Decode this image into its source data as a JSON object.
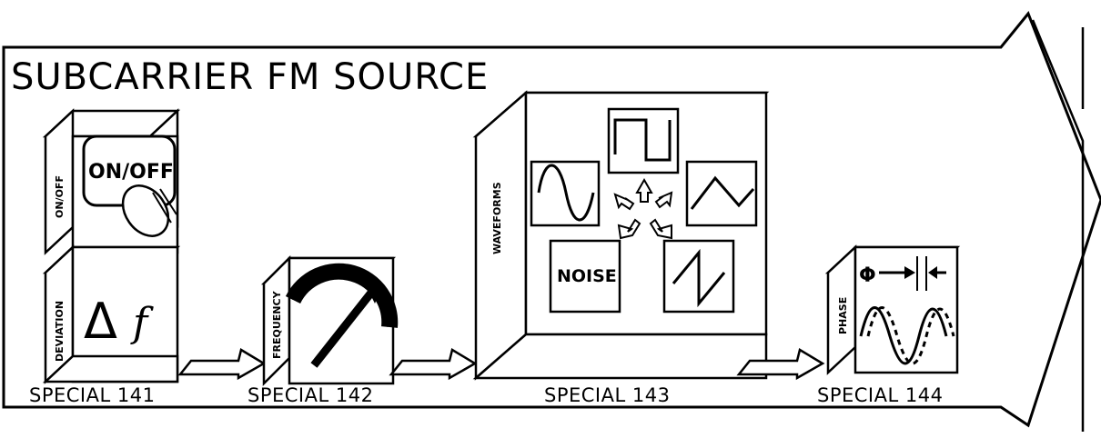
{
  "title": "SUBCARRIER  FM  SOURCE",
  "blocks": [
    {
      "side_label": "ON/OFF",
      "face_label": "ON/OFF"
    },
    {
      "side_label": "DEVIATION",
      "face_label": "Δ",
      "face_label_2": "f",
      "caption": "SPECIAL  141"
    },
    {
      "side_label": "FREQUENCY",
      "caption": "SPECIAL  142"
    },
    {
      "side_label": "WAVEFORMS",
      "caption": "SPECIAL  143",
      "noise_label": "NOISE"
    },
    {
      "side_label": "PHASE",
      "caption": "SPECIAL  144",
      "phi_label": "Φ"
    }
  ]
}
